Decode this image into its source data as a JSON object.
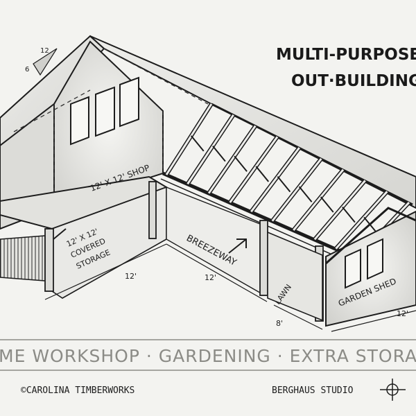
{
  "title": {
    "line1": "MULTI-PURPOSE",
    "line2": "OUT·BUILDING"
  },
  "pitch": {
    "rise": "6",
    "run": "12"
  },
  "room_labels": {
    "shop": "12' X 12' SHOP",
    "covered_storage_1": "12' X 12'",
    "covered_storage_2": "COVERED",
    "covered_storage_3": "STORAGE",
    "breezeway": "BREEZEWAY",
    "lawn": "LAWN",
    "garden_shed": "GARDEN SHED"
  },
  "dimensions": {
    "storage_width": "12'",
    "breezeway_width": "12'",
    "shed_depth": "8'",
    "shed_width": "12'"
  },
  "banner": "ME WORKSHOP · GARDENING · EXTRA STORAG",
  "credits": {
    "left": "©CAROLINA TIMBERWORKS",
    "right": "BERGHAUS STUDIO"
  },
  "colors": {
    "ink": "#1c1c1c",
    "shade": "#d9d9d5",
    "paper": "#f3f3f0",
    "banner": "#8b8b86"
  }
}
